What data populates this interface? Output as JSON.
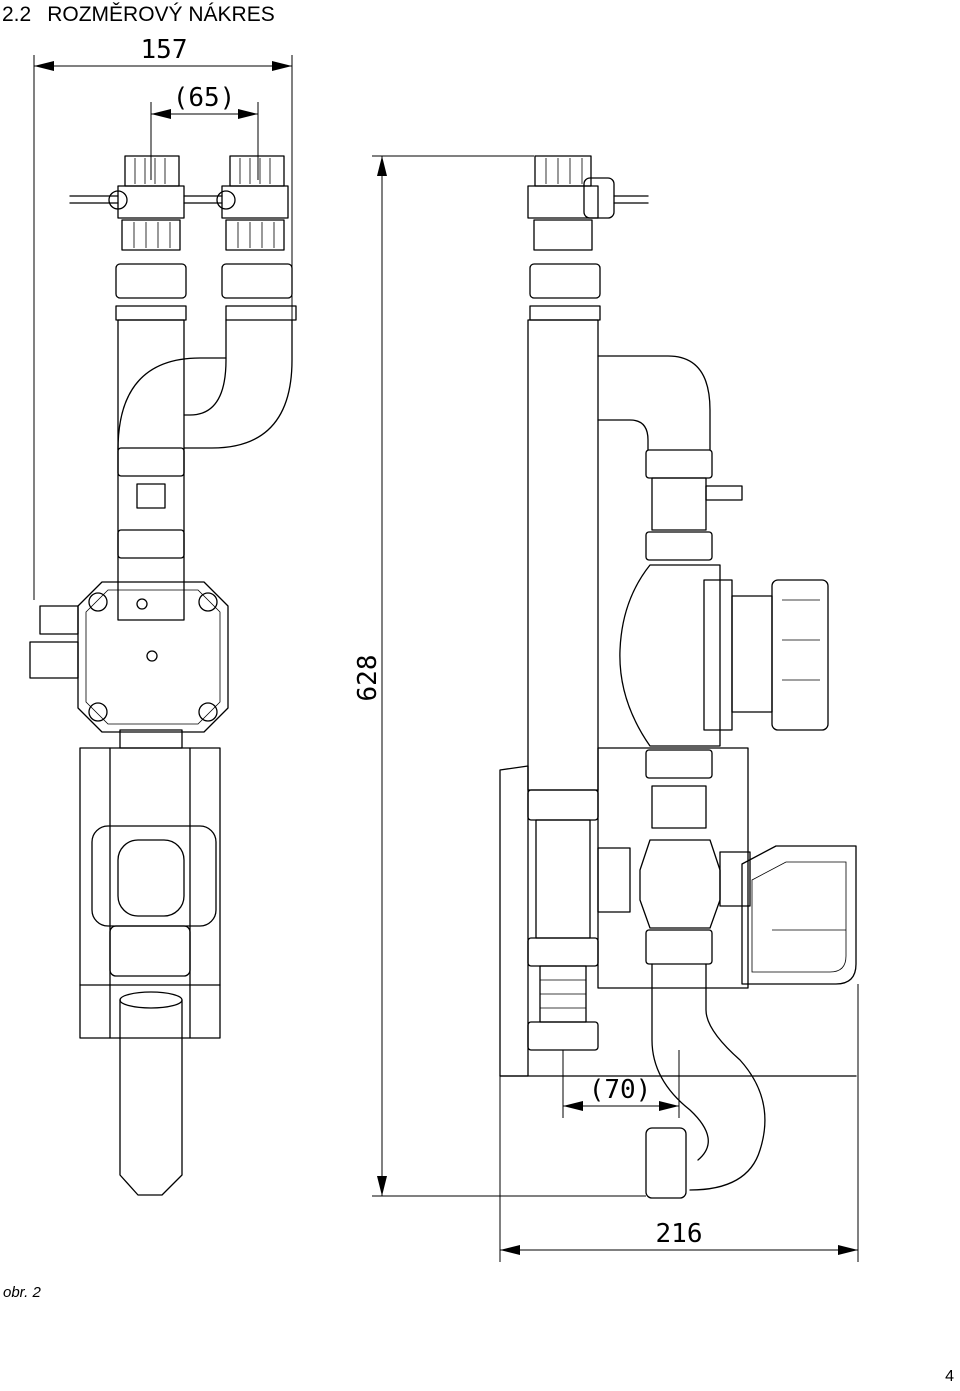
{
  "section": {
    "number": "2.2",
    "title": "ROZMĚROVÝ NÁKRES"
  },
  "dimensions": {
    "total_width_front": "157",
    "pipe_spacing": "(65)",
    "total_height": "628",
    "bottom_offset": "(70)",
    "total_depth": "216"
  },
  "figure_caption": "obr. 2",
  "page_number": "4"
}
